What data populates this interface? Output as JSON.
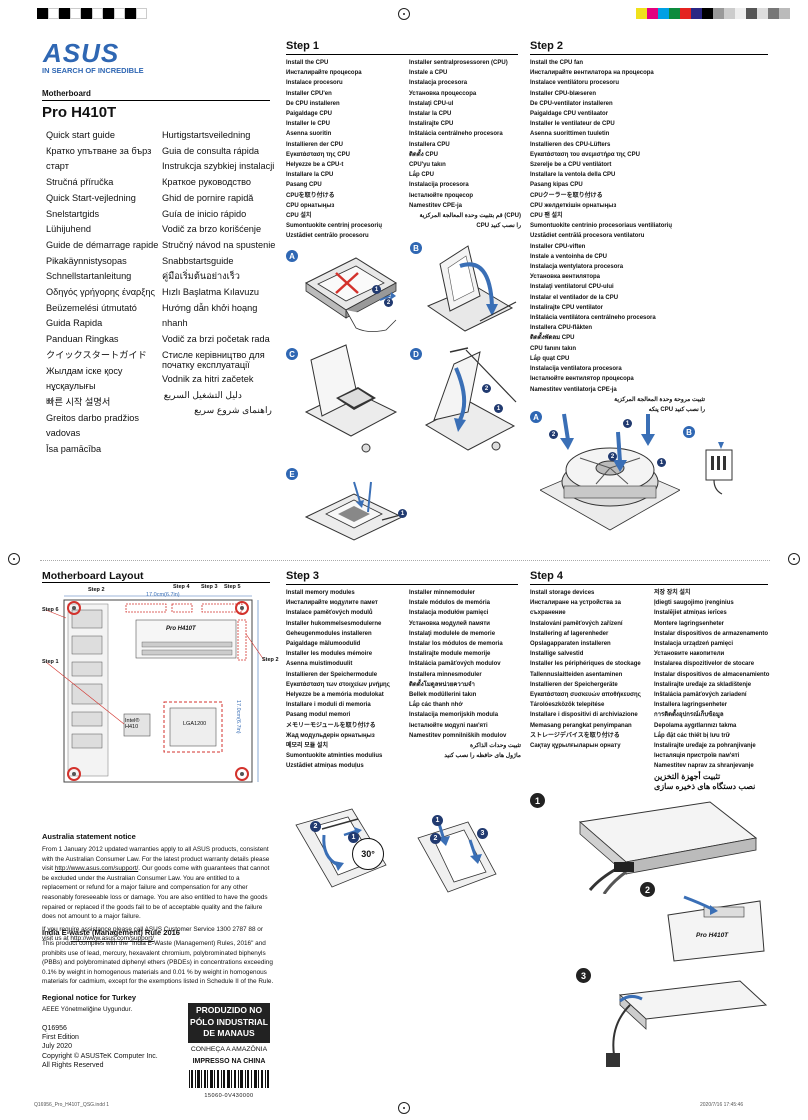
{
  "header": {
    "logo_text": "ASUS",
    "tagline": "IN SEARCH OF INCREDIBLE",
    "category": "Motherboard",
    "model": "Pro H410T"
  },
  "languages_left": [
    "Quick start guide",
    "Кратко упътване за бърз старт",
    "Stručná příručka",
    "Quick Start-vejledning",
    "Snelstartgids",
    "Lühijuhend",
    "Guide de démarrage rapide",
    "Pikakäynnistysopas",
    "Schnellstartanleitung",
    "Οδηγός γρήγορης έναρξης",
    "Beüzemelési útmutató",
    "Guida Rapida",
    "Panduan Ringkas",
    "クイックスタートガイド",
    "Жылдам іске қосу нұсқаулығы",
    "빠른 시작 설명서",
    "Greitos darbo pradžios vadovas",
    "Īsa pamācība"
  ],
  "languages_right": [
    "Hurtigstartsveiledning",
    "Guia de consulta rápida",
    "Instrukcja szybkiej instalacji",
    "Краткое руководство",
    "Ghid de pornire rapidă",
    "Guía de inicio rápido",
    "Vodič za brzo korišćenje",
    "Stručný návod na spustenie",
    "Snabbstartsguide",
    "คู่มือเริ่มต้นอย่างเร็ว",
    "Hızlı Başlatma Kılavuzu",
    "Hướng dẫn khởi hoạng nhanh",
    "Vodič za brzi početak rada",
    "Стисле керівництво для початку експлуатації",
    "Vodnik za hitri začetek",
    "دليل التشغيل السريع",
    "راهنمای شروع سریع"
  ],
  "step1": {
    "title": "Step 1",
    "col1": [
      "Install the CPU",
      "Инсталирайте процесора",
      "Instalace procesoru",
      "Installer CPU'en",
      "De CPU installeren",
      "Paigaldage CPU",
      "Installer le CPU",
      "Asenna suoritin",
      "Installieren der CPU",
      "Εγκατάσταση της CPU",
      "Helyezze be a CPU-t",
      "Installare la CPU",
      "Pasang CPU",
      "CPUを取り付ける",
      "CPU орнатыңыз",
      "CPU 설치",
      "Sumontuokite centrinį procesorių",
      "Uzstādiet centrālo procesoru"
    ],
    "col2": [
      "Installer sentralprosessoren (CPU)",
      "Instale a CPU",
      "Instalacja procesora",
      "Установка процессора",
      "Instalaţi CPU-ul",
      "Instalar la CPU",
      "Instalirajte CPU",
      "Inštalácia centrálneho procesora",
      "Installera CPU",
      "ติดตั้ง CPU",
      "CPU'yu takın",
      "Lắp CPU",
      "Instalacija procesora",
      "Інсталюйте процесор",
      "Namestitev CPE-ja",
      "قم بتثبيت وحدة المعالجة المركزية (CPU)",
      "CPU را نصب کنید"
    ],
    "labels": [
      "A",
      "B",
      "C",
      "D",
      "E"
    ]
  },
  "step2": {
    "title": "Step 2",
    "lines": [
      "Install the CPU fan",
      "Инсталирайте вентилатора на процесора",
      "Instalace ventilátoru procesoru",
      "Installer CPU-blæseren",
      "De CPU-ventilator installeren",
      "Paigaldage CPU ventilaator",
      "Installer le ventilateur de CPU",
      "Asenna suorittimen tuuletin",
      "Installieren des CPU-Lüfters",
      "Εγκατάσταση του ανεμιστήρα της CPU",
      "Szerelje be a CPU ventilátort",
      "Installare la ventola della CPU",
      "Pasang kipas CPU",
      "CPUクーラーを取り付ける",
      "CPU желдеткішін орнатыңыз",
      "CPU 팬 설치",
      "Sumontuokite centrinio procesoriaus ventiliatorių",
      "Uzstādiet centrālā procesora ventilatoru",
      "Installer CPU-viften",
      "Instale a ventoinha de CPU",
      "Instalacja wentylatora procesora",
      "Установка вентилятора",
      "Instalaţi ventilatorul CPU-ului",
      "Instalar el ventilador de la CPU",
      "Instalirajte CPU ventilator",
      "Inštalácia ventilátora centrálneho procesora",
      "Installera CPU-fläkten",
      "ติดตั้งพัดลม CPU",
      "CPU fanını takın",
      "Lắp quạt CPU",
      "Instalacija ventilatora procesora",
      "Інсталюйте вентилятор процесора",
      "Namestitev ventilatorja CPE-ja",
      "تثبيت مروحة وحدة المعالجة المركزية",
      "پنکه CPU را نصب کنید"
    ],
    "labels": [
      "A",
      "B"
    ]
  },
  "layout": {
    "title": "Motherboard Layout",
    "callouts": [
      "Step 2",
      "Step 4",
      "Step 3",
      "Step 5",
      "Step 6",
      "Step 2",
      "Step 1"
    ],
    "dim_h": "17.0cm(6.7in)",
    "dim_v": "17.0cm(6.7in)",
    "board_brand": "Pro H410T",
    "socket": "LGA1200",
    "chip": "Intel® H410"
  },
  "step3": {
    "title": "Step 3",
    "col1": [
      "Install memory modules",
      "Инсталирайте модулите памет",
      "Instalace paměťových modulů",
      "Installer hukommelsesmodulerne",
      "Geheugenmodules installeren",
      "Paigaldage mälumoodulid",
      "Installer les modules mémoire",
      "Asenna muistimoduulit",
      "Installieren der Speichermodule",
      "Εγκατάσταση των στοιχείων μνήμης",
      "Helyezze be a memória modulokat",
      "Installare i moduli di memoria",
      "Pasang modul memori",
      "メモリーモジュールを取り付ける",
      "Жад модульдерін орнатыңыз",
      "메모리 모듈 설치",
      "Sumontuokite atminties modulius",
      "Uzstādiet atmiņas moduļus"
    ],
    "col2": [
      "Installer minnemoduler",
      "Instale módulos de memória",
      "Instalacja modułów pamięci",
      "Установка модулей памяти",
      "Instalaţi modulele de memorie",
      "Instalar los módulos de memoria",
      "Instalirajte module memorije",
      "Inštalácia pamäťových modulov",
      "Installera minnesmoduler",
      "ติดตั้งโมดูลหน่วยความจำ",
      "Bellek modüllerini takın",
      "Lắp các thanh nhớ",
      "Instalacija memorijskih modula",
      "Інсталюйте модулі пам'яті",
      "Namestitev pomnilniških modulov",
      "تثبيت وحدات الذاكرة",
      "ماژول های حافظه را نصب کنید"
    ],
    "angle": "30°"
  },
  "step4": {
    "title": "Step 4",
    "col1": [
      "Install storage devices",
      "Инсталиране на устройства за съхранение",
      "Instalování paměťových zařízení",
      "Installering af lagerenheder",
      "Opslagapparaten installeren",
      "Installige salvestid",
      "Installer les périphériques de stockage",
      "Tallennuslaitteiden asentaminen",
      "Installieren der Speichergeräte",
      "Εγκατάσταση συσκευών αποθήκευσης",
      "Tárolóeszközök telepítése",
      "Installare i dispositivi di archiviazione",
      "Memasang perangkat penyimpanan",
      "ストレージデバイスを取り付ける",
      "Сақтау құрылғыларын орнату"
    ],
    "col2": [
      "저장 장치 설치",
      "Įdiegti saugojimo įrenginius",
      "Instalējiet atmiņas ierīces",
      "Montere lagringsenheter",
      "Instalar dispositivos de armazenamento",
      "Instalacja urządzeń pamięci",
      "Установите накопители",
      "Instalarea dispozitivelor de stocare",
      "Instalar dispositivos de almacenamiento",
      "Instalirajte uređaje za skladištenje",
      "Inštalácia pamäťových zariadení",
      "Installera lagringsenheter",
      "การติดตั้งอุปกรณ์เก็บข้อมูล",
      "Depolama aygıtlarınızı takma",
      "Lắp đặt các thiết bị lưu trữ",
      "Instalirajte uređaje za pohranjivanje",
      "Інсталяція пристроїв пам'яті",
      "Namestitev naprav za shranjevanje",
      "تثبيت أجهزة التخزين",
      "نصب دستگاه های ذخیره سازی"
    ],
    "board_label": "Pro H410T",
    "nums": [
      "1",
      "2",
      "3"
    ]
  },
  "notices": {
    "australia_title": "Australia statement notice",
    "australia_p1": "From 1 January 2012 updated warranties apply to all ASUS products, consistent with the Australian Consumer Law. For the latest product warranty details please visit",
    "australia_link1": "http://www.asus.com/support/",
    "australia_p1b": ". Our goods come with guarantees that cannot be excluded under the Australian Consumer Law. You are entitled to a replacement or refund for a major failure and compensation for any other reasonably foreseeable loss or damage. You are also entitled to have the goods repaired or replaced if the goods fail to be of acceptable quality and the failure does not amount to a major failure.",
    "australia_p2": "If you require assistance please call ASUS Customer Service 1300 2787 88 or visit us at",
    "australia_link2": "http://www.asus.com/support/",
    "india_title": "India E-waste (Management) Rule 2016",
    "india_p": "This product complies with the \"India E-Waste (Management) Rules, 2016\" and prohibits use of lead, mercury, hexavalent chromium, polybrominated biphenyls (PBBs) and polybrominated diphenyl ethers (PBDEs) in concentrations exceeding 0.1% by weight in homogenous materials and 0.01 % by weight in homogenous materials for cadmium, except for the exemptions listed in Schedule II of the Rule.",
    "turkey_title": "Regional notice for Turkey",
    "turkey_p": "AEEE Yönetmeliğine Uygundur."
  },
  "footer_info": {
    "code": "Q16956",
    "edition": "First Edition",
    "date": "July 2020",
    "copyright": "Copyright © ASUSTeK Computer Inc.",
    "rights": "All Rights Reserved",
    "manaus_1": "PRODUZIDO NO",
    "manaus_2": "PÓLO INDUSTRIAL",
    "manaus_3": "DE MANAUS",
    "amazon": "CONHEÇA A AMAZÔNIA",
    "china": "IMPRESSO NA CHINA",
    "barcode": "15060-0V430000",
    "file_left": "Q16956_Pro_H410T_QSG.indd 1",
    "file_right": "2020/7/16   17:45:46"
  },
  "colors": {
    "asus_blue": "#2f67b3",
    "board_red": "#d3322c",
    "callout_blue": "#3a6fb6"
  }
}
